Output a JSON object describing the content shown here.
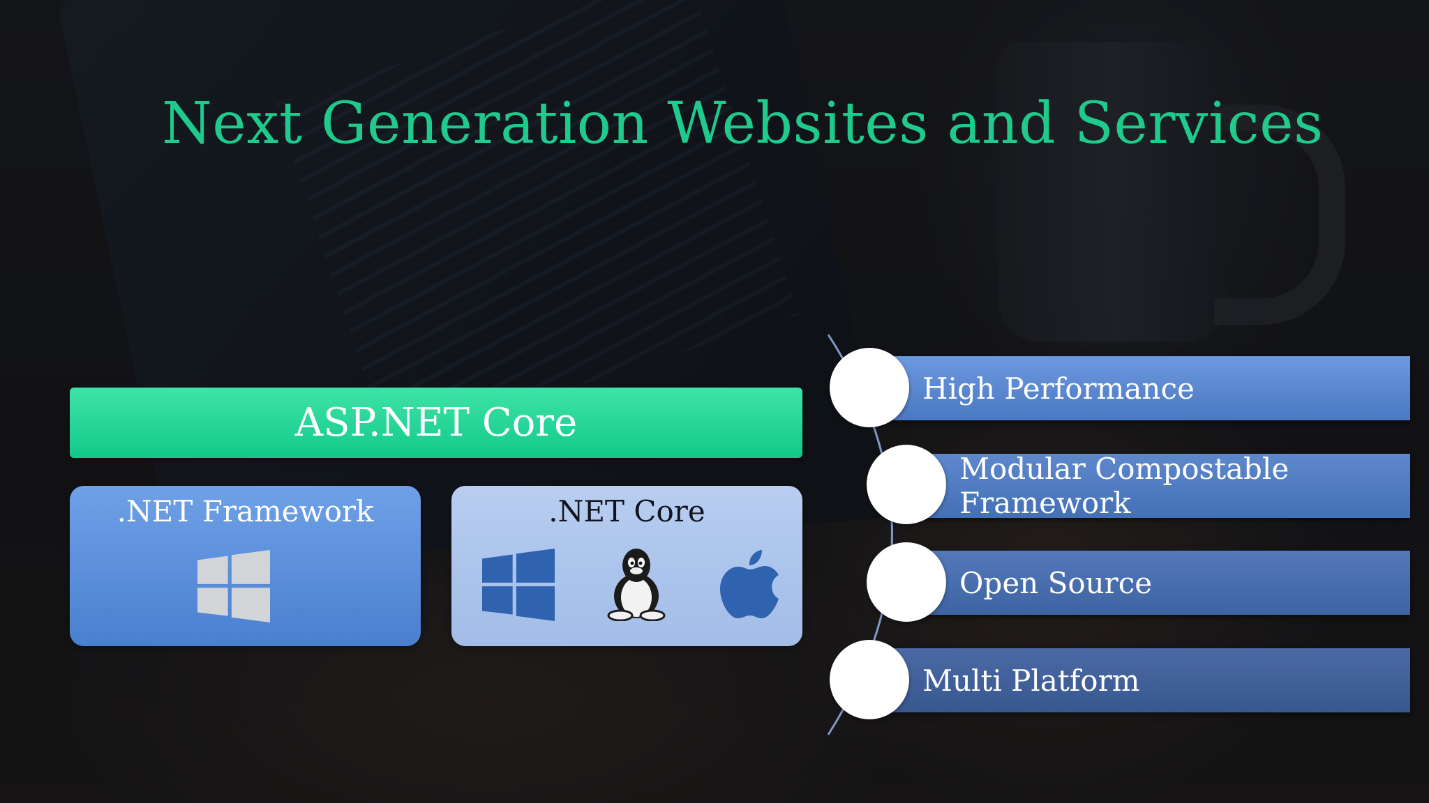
{
  "slide": {
    "title": "Next Generation Websites and Services"
  },
  "stack": {
    "top_label": "ASP.NET Core",
    "left_box": {
      "label": ".NET Framework",
      "icons": [
        "windows-icon"
      ]
    },
    "right_box": {
      "label": ".NET Core",
      "icons": [
        "windows-icon",
        "linux-tux-icon",
        "apple-icon"
      ]
    }
  },
  "features": [
    {
      "label": "High Performance"
    },
    {
      "label": "Modular Compostable Framework"
    },
    {
      "label": "Open Source"
    },
    {
      "label": "Multi Platform"
    }
  ],
  "colors": {
    "title": "#1fca8c",
    "asp_bar": "#12c98a",
    "framework_box": "#5a8fdb",
    "core_box": "#aec6ec",
    "feature_bar": "#4c72b8"
  }
}
